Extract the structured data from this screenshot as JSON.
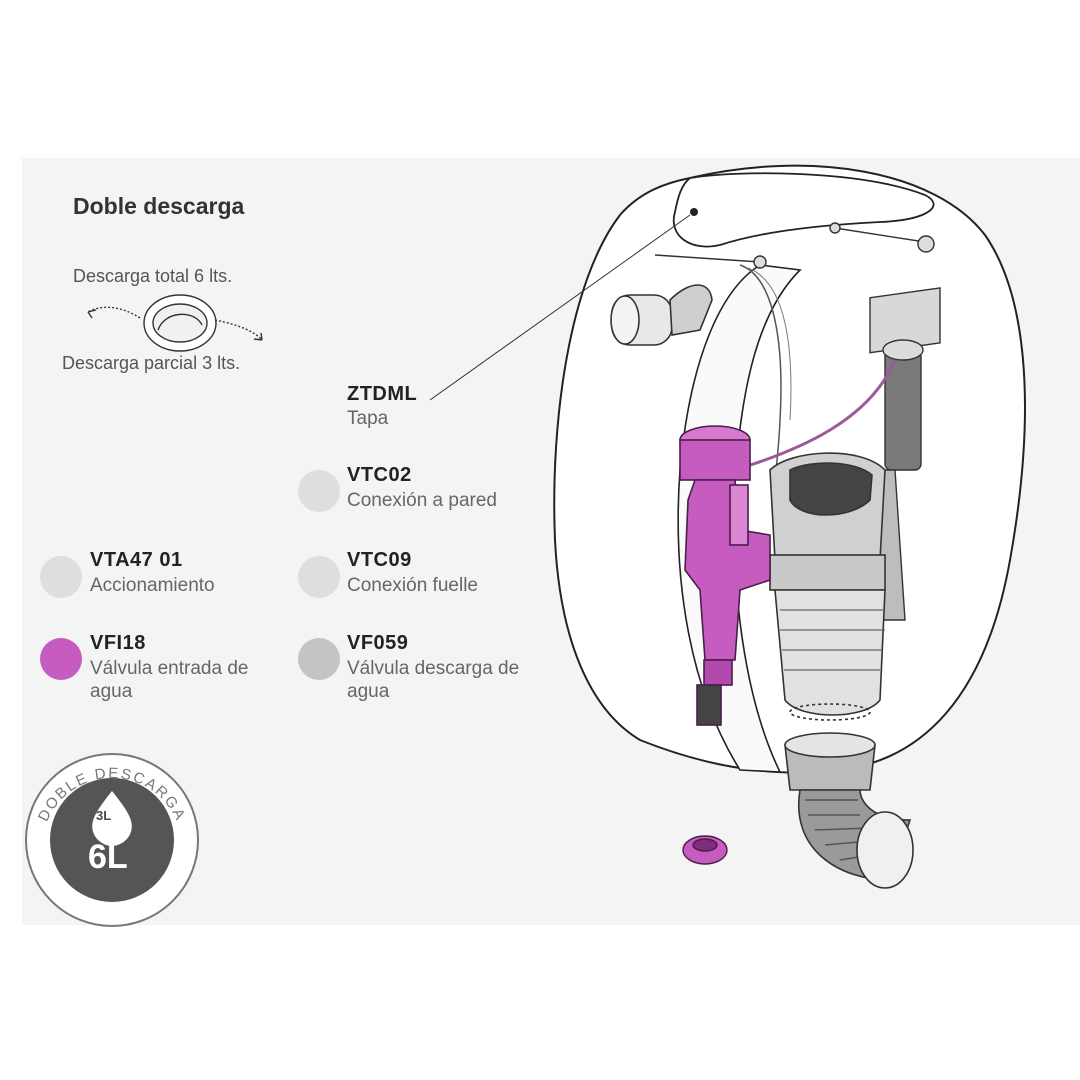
{
  "title": "Doble descarga",
  "button_legend": {
    "total": "Descarga total 6 lts.",
    "partial": "Descarga parcial 3 lts."
  },
  "parts": [
    {
      "code": "ZTDML",
      "name": "Tapa",
      "color": null
    },
    {
      "code": "VTC02",
      "name": "Conexión a pared",
      "color": "#dedede"
    },
    {
      "code": "VTA47 01",
      "name": "Accionamiento",
      "color": "#dedede"
    },
    {
      "code": "VTC09",
      "name": "Conexión fuelle",
      "color": "#dedede"
    },
    {
      "code": "VFI18",
      "name": "Válvula entrada de agua",
      "color": "#c65bc0"
    },
    {
      "code": "VF059",
      "name": "Válvula descarga de agua",
      "color": "#c4c4c4"
    }
  ],
  "badge": {
    "ring_text": "DOBLE DESCARGA",
    "small_volume": "3L",
    "large_volume": "6L"
  },
  "colors": {
    "accent": "#c65bc0",
    "panel": "#f4f4f4",
    "line": "#333333"
  }
}
